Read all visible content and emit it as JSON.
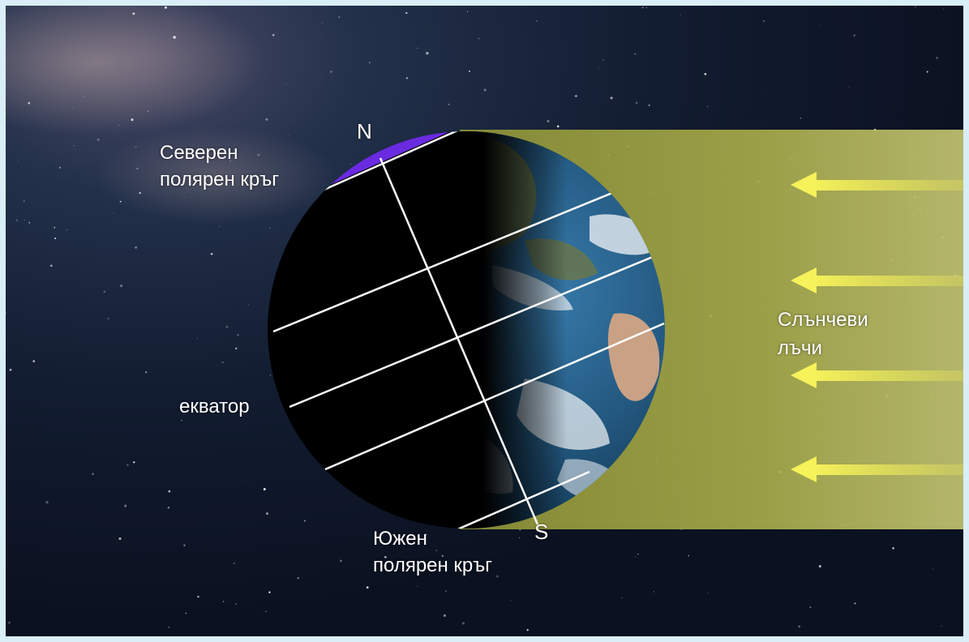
{
  "diagram": {
    "north_pole": "N",
    "south_pole": "S",
    "arctic_circle": [
      "Северен",
      "полярен кръг"
    ],
    "equator": "екватор",
    "antarctic_circle": [
      "Южен",
      "полярен кръг"
    ],
    "sun_rays": [
      "Слънчеви",
      "лъчи"
    ]
  },
  "colors": {
    "frame": "#d9eef7",
    "space": "#0d1526",
    "sunlight_band": "#9aa042",
    "polar_day_cap": "#6a2be0",
    "ray_arrow": "#f3ef5c",
    "grid_lines": "#ffffff"
  }
}
